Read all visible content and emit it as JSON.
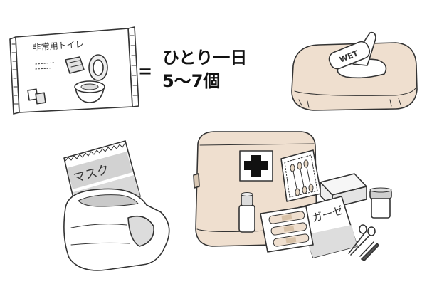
{
  "toilet_package": {
    "label": "非常用トイレ"
  },
  "equation": {
    "equals_sign": "=",
    "line1": "ひとり一日",
    "line2": "5〜7個"
  },
  "wet_wipes": {
    "label": "WET"
  },
  "mask_package": {
    "label": "マスク"
  },
  "gauze_package": {
    "label": "ガーゼ"
  },
  "icons": {
    "first_aid": "first-aid-cross-icon"
  },
  "colors": {
    "outline": "#333333",
    "tan": "#efdfcf",
    "gray": "#cfcfcf",
    "background": "#ffffff"
  }
}
